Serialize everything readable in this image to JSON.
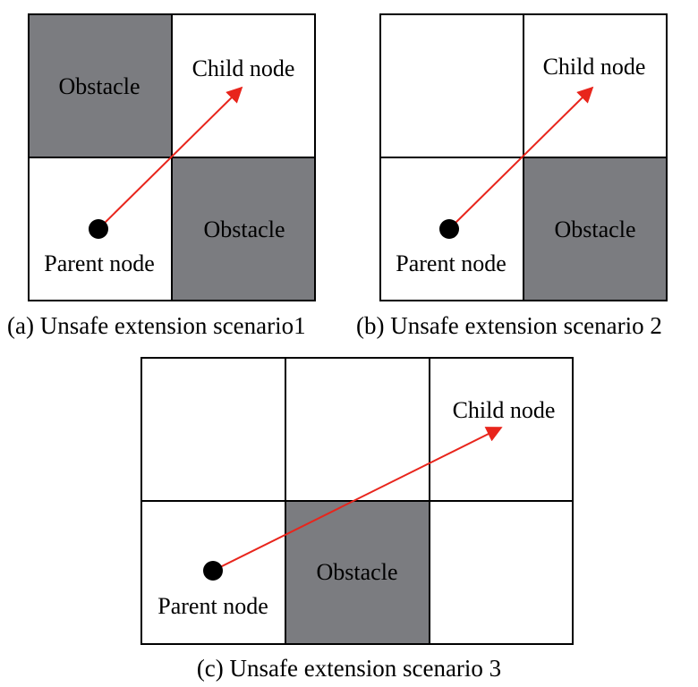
{
  "panels": {
    "a": {
      "caption": "(a) Unsafe extension scenario1",
      "obstacle_label_1": "Obstacle",
      "obstacle_label_2": "Obstacle",
      "child_label": "Child node",
      "parent_label": "Parent node"
    },
    "b": {
      "caption": "(b) Unsafe extension scenario 2",
      "obstacle_label": "Obstacle",
      "child_label": "Child node",
      "parent_label": "Parent node"
    },
    "c": {
      "caption": "(c) Unsafe extension scenario 3",
      "obstacle_label": "Obstacle",
      "child_label": "Child node",
      "parent_label": "Parent node"
    }
  },
  "colors": {
    "obstacle": "#7b7c80",
    "free": "#ffffff",
    "arrow": "#e8251c",
    "grid": "#000000",
    "node": "#000000"
  }
}
